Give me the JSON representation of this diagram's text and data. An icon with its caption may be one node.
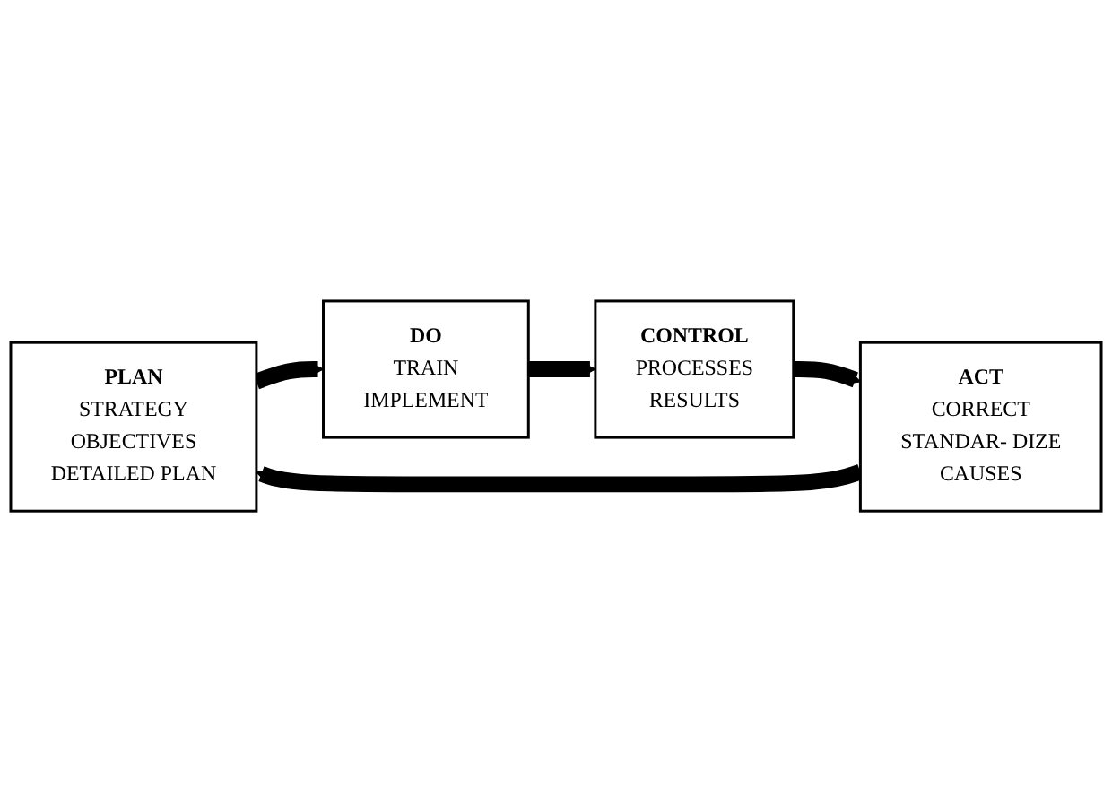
{
  "diagram": {
    "nodes": [
      {
        "text": [
          "PLAN",
          "STRATEGY",
          "OBJECTIVES",
          "DETAILED PLAN"
        ]
      },
      {
        "text": [
          "DO",
          "TRAIN",
          "IMPLEMENT"
        ]
      },
      {
        "text": [
          "CONTROL",
          "PROCESSES",
          "RESULTS"
        ]
      },
      {
        "text": [
          "ACT",
          "CORRECT",
          "STANDAR- DIZE",
          "CAUSES"
        ]
      }
    ],
    "edges": [
      {
        "from": 0,
        "to": 1,
        "arrow": "to"
      },
      {
        "from": 1,
        "to": 2,
        "arrow": "to"
      },
      {
        "from": 2,
        "to": 3,
        "arrow": "to"
      },
      {
        "from": 3,
        "to": 0,
        "arrow": "to"
      }
    ]
  }
}
